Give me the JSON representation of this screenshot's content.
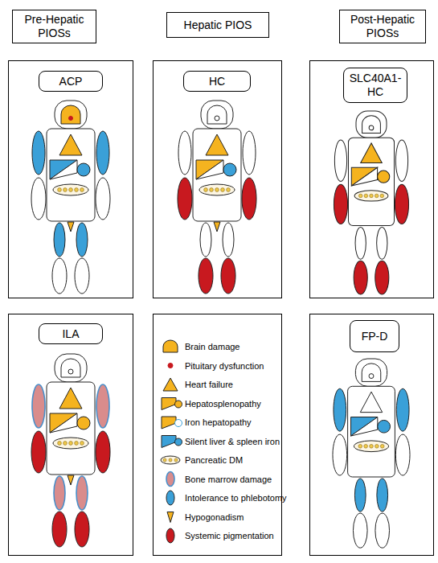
{
  "diagram": {
    "nodes": [
      {
        "text": [
          "Pre-Hepatic PIOSs"
        ]
      },
      {
        "text": [
          "Hepatic PIOS"
        ]
      },
      {
        "text": [
          "Post-Hepatic PIOSs"
        ]
      },
      {
        "text": [
          "ACP"
        ]
      },
      {
        "text": [
          "HC"
        ]
      },
      {
        "text": [
          "SLC40A1-HC"
        ]
      },
      {
        "text": [
          "ILA"
        ]
      },
      {
        "text": [
          "FP-D"
        ]
      }
    ],
    "legend": [
      {
        "text": "Brain damage"
      },
      {
        "text": "Pituitary dysfunction"
      },
      {
        "text": "Heart failure"
      },
      {
        "text": "Hepatosplenopathy"
      },
      {
        "text": "Iron hepatopathy"
      },
      {
        "text": "Silent liver & spleen iron"
      },
      {
        "text": "Pancreatic DM"
      },
      {
        "text": "Bone marrow damage"
      },
      {
        "text": "Intolerance to phlebotomy"
      },
      {
        "text": "Hypogonadism"
      },
      {
        "text": "Systemic pigmentation"
      }
    ]
  }
}
